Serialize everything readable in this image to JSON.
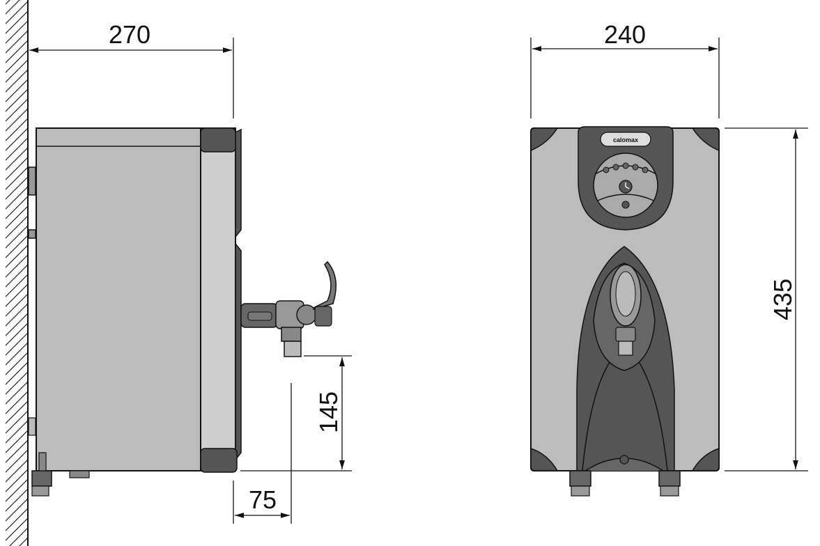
{
  "dimensions": {
    "side_depth": "270",
    "front_width": "240",
    "height": "435",
    "outlet_height": "145",
    "outlet_projection": "75"
  },
  "brand": {
    "logo": "calomax"
  }
}
